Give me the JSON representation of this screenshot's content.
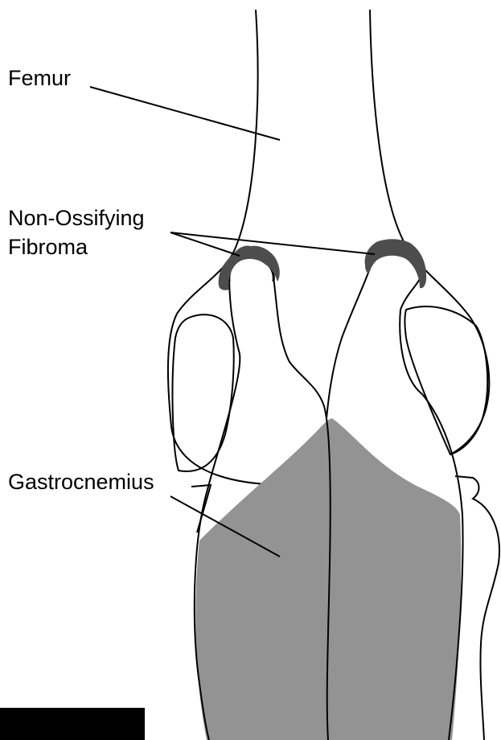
{
  "labels": {
    "femur": "Femur",
    "fibroma_line1": "Non-Ossifying",
    "fibroma_line2": "Fibroma",
    "gastrocnemius": "Gastrocnemius"
  },
  "colors": {
    "background": "#ffffff",
    "outline": "#000000",
    "muscle_fill": "#939393",
    "lesion_fill": "#4d4d4d",
    "scale_bar": "#000000"
  }
}
